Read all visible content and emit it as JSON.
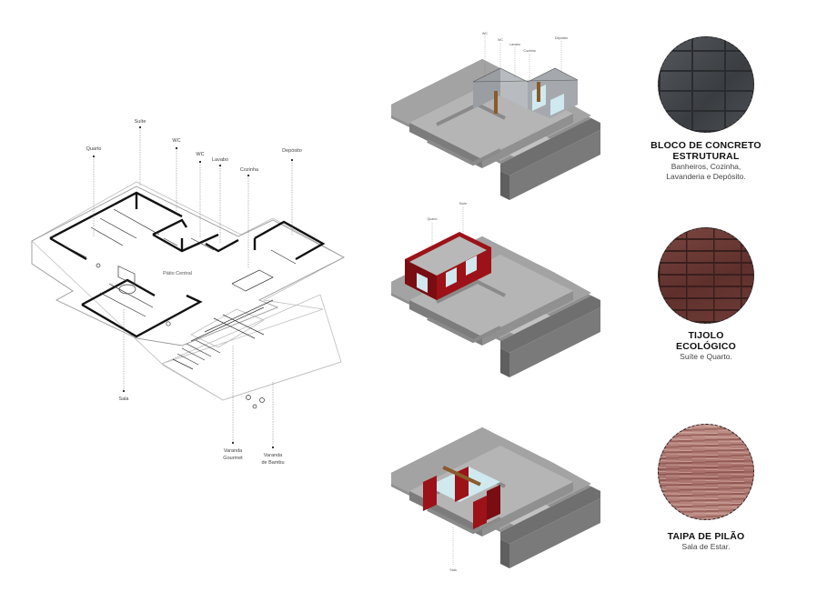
{
  "plan": {
    "labels": {
      "suite": "Suíte",
      "quarto": "Quarto",
      "wc1": "WC",
      "wc2": "WC",
      "lavabo": "Lavabo",
      "cozinha": "Cozinha",
      "deposito": "Depósito",
      "patio": "Pátio Central",
      "sala": "Sala",
      "varanda_gourmet_1": "Varanda",
      "varanda_gourmet_2": "Gourmet",
      "varanda_bambu_1": "Varanda",
      "varanda_bambu_2": "de Bambu"
    }
  },
  "iso1": {
    "labels": {
      "wc1": "WC",
      "wc2": "WC",
      "lavabo": "Lavabo",
      "cozinha": "Cozinha",
      "deposito": "Depósito"
    }
  },
  "iso2": {
    "labels": {
      "quarto": "Quarto",
      "suite": "Suíte"
    }
  },
  "iso3": {
    "labels": {
      "sala": "Sala"
    }
  },
  "materials": [
    {
      "title_1": "BLOCO DE CONCRETO",
      "title_2": "ESTRUTURAL",
      "desc_1": "Banheiros, Cozinha,",
      "desc_2": "Lavanderia e Depósito.",
      "color": "#3f4246"
    },
    {
      "title_1": "TIJOLO",
      "title_2": "ECOLÓGICO",
      "desc_1": "Suíte e Quarto.",
      "color": "#6a3a36"
    },
    {
      "title_1": "TAIPA DE PILÃO",
      "desc_1": "Sala de Estar.",
      "color": "#b5837a"
    }
  ],
  "colors": {
    "highlight": "#9c1218",
    "slab": "#8e8e8e",
    "slab_top": "#b9b9b9"
  }
}
